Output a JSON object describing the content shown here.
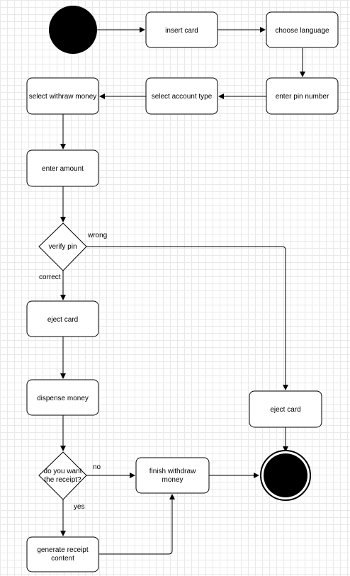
{
  "nodes": {
    "insert_card": "insert card",
    "choose_language": "choose language",
    "enter_pin": "enter pin number",
    "select_account": "select account type",
    "select_withdraw": "select withraw money",
    "enter_amount": "enter amount",
    "verify_pin": "verify pin",
    "eject_card_left": "eject card",
    "dispense_money": "dispense money",
    "receipt_q_line1": "do you want",
    "receipt_q_line2": "the receipt?",
    "finish_line1": "finish withdraw",
    "finish_line2": "money",
    "generate_line1": "generate receipt",
    "generate_line2": "content",
    "eject_card_right": "eject card"
  },
  "edge_labels": {
    "wrong": "wrong",
    "correct": "correct",
    "no": "no",
    "yes": "yes"
  },
  "colors": {
    "fill": "#000000",
    "stroke": "#000000",
    "grid": "#e9e9e9"
  }
}
